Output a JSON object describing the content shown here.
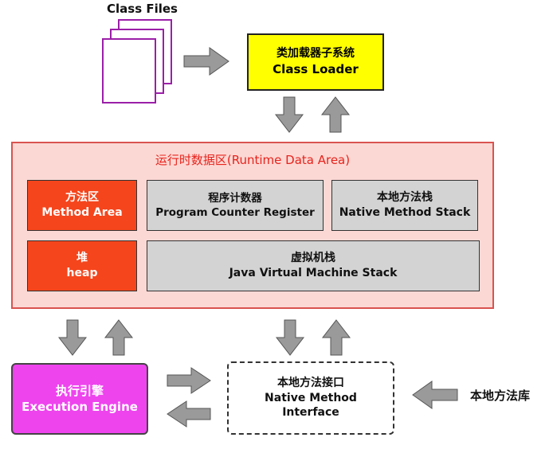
{
  "class_files": {
    "label": "Class Files"
  },
  "class_loader": {
    "cn": "类加载器子系统",
    "en": "Class Loader"
  },
  "runtime": {
    "title": "运行时数据区(Runtime Data Area)",
    "method_area": {
      "cn": "方法区",
      "en": "Method Area"
    },
    "pc_register": {
      "cn": "程序计数器",
      "en": "Program Counter Register"
    },
    "native_stack": {
      "cn": "本地方法栈",
      "en": "Native Method Stack"
    },
    "heap": {
      "cn": "堆",
      "en": "heap"
    },
    "jvm_stack": {
      "cn": "虚拟机栈",
      "en": "Java Virtual Machine Stack"
    }
  },
  "execution_engine": {
    "cn": "执行引擎",
    "en": "Execution Engine"
  },
  "native_interface": {
    "cn": "本地方法接口",
    "en1": "Native Method",
    "en2": "Interface"
  },
  "native_library": {
    "label": "本地方法库"
  },
  "colors": {
    "class_loader": "#ffff00",
    "runtime_bg": "#fcd8d4",
    "runtime_border": "#d9534f",
    "red_box": "#f5451c",
    "gray_box": "#d3d3d3",
    "engine": "#ee44ee",
    "arrow": "#9a9a9a",
    "file_border": "#9b1fa8"
  }
}
